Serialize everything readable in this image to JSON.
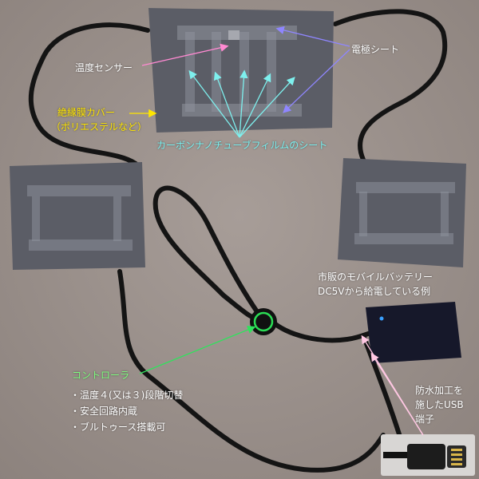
{
  "colors": {
    "background": "#9a8f8a",
    "heater_sheet": "#5b5d66",
    "sheet_pattern": "#8f939d",
    "strap": "#141414",
    "battery": "#16182a",
    "controller_ring": "#2bdc55",
    "arrow_pink": "#ff8ad2",
    "arrow_violet": "#8f86ff",
    "arrow_yellow": "#ffe600",
    "arrow_cyan": "#7ef0ee",
    "arrow_green": "#2fe35c",
    "arrow_light_pink": "#ffc8e3"
  },
  "labels": {
    "temp_sensor": "温度センサー",
    "electrode_sheet": "電極シート",
    "insulating_cover_1": "絶縁膜カバー",
    "insulating_cover_2": "（ポリエステルなど）",
    "cnt_sheet": "カーボンナノチューブフィルムのシート",
    "battery_1": "市販のモバイルバッテリー",
    "battery_2": "DC5Vから給電している例",
    "controller": "コントローラ",
    "ctrl_item_1": "・温度４(又は３)段階切替",
    "ctrl_item_2": "・安全回路内蔵",
    "ctrl_item_3": "・ブルトゥース搭載可",
    "usb_1": "防水加工を",
    "usb_2": "施したUSB",
    "usb_3": "端子"
  },
  "icons": {
    "controller": "power-button-icon",
    "usb": "usb-connector-icon"
  }
}
